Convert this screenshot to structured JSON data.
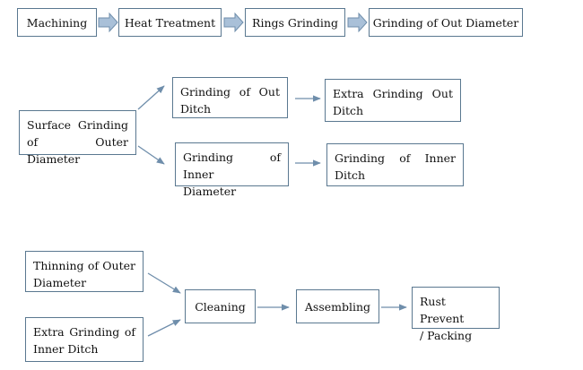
{
  "row1": {
    "machining": "Machining",
    "heat_treatment": "Heat Treatment",
    "rings_grinding": "Rings Grinding",
    "grinding_out_diameter": "Grinding of Out Diameter"
  },
  "row2": {
    "surface_grinding": [
      "Surface Grinding",
      "of Outer Diameter"
    ],
    "grinding_out_ditch": [
      "Grinding of Out",
      "Ditch"
    ],
    "extra_grinding_out_ditch": [
      "Extra Grinding Out",
      "Ditch"
    ],
    "grinding_inner_diameter": [
      "Grinding of Inner",
      "Diameter"
    ],
    "grinding_inner_ditch": [
      "Grinding of Inner",
      "Ditch"
    ]
  },
  "row3": {
    "thinning_outer_diameter": [
      "Thinning of Outer",
      "Diameter"
    ],
    "extra_grinding_inner_ditch": [
      "Extra Grinding of",
      "Inner Ditch"
    ],
    "cleaning": "Cleaning",
    "assembling": "Assembling",
    "rust_prevent": [
      "Rust Prevent",
      "/ Packing"
    ]
  },
  "colors": {
    "box_border": "#5a7890",
    "block_arrow_fill": "#a9c0d8",
    "block_arrow_stroke": "#6f8eab",
    "line_arrow": "#6f8eab"
  }
}
